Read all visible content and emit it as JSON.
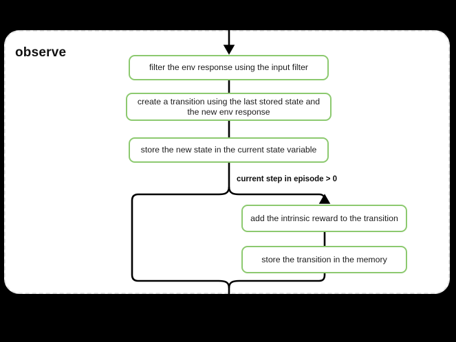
{
  "diagram": {
    "type": "flowchart",
    "group": {
      "title": "observe",
      "border_style": "dashed",
      "border_color": "#e3e3e3",
      "background": "#ffffff"
    },
    "canvas_background": "#000000",
    "node_border_color": "#8cc96f",
    "connector_color": "#000000",
    "nodes": [
      {
        "id": "filter",
        "label": "filter the env response using the input filter"
      },
      {
        "id": "transition",
        "label": "create a transition using the last stored state and the new env response"
      },
      {
        "id": "store_state",
        "label": "store the new state in the current state variable"
      },
      {
        "id": "intrinsic",
        "label": "add the intrinsic reward to the transition"
      },
      {
        "id": "store_trans",
        "label": "store the transition in the memory"
      }
    ],
    "edges": [
      {
        "from": "entry",
        "to": "filter",
        "label": ""
      },
      {
        "from": "filter",
        "to": "transition",
        "label": ""
      },
      {
        "from": "transition",
        "to": "store_state",
        "label": ""
      },
      {
        "from": "store_state",
        "to": "branch",
        "label": ""
      },
      {
        "from": "branch",
        "to": "intrinsic",
        "label": "current step in episode > 0"
      },
      {
        "from": "branch",
        "to": "merge",
        "label": ""
      },
      {
        "from": "intrinsic",
        "to": "store_trans",
        "label": ""
      },
      {
        "from": "store_trans",
        "to": "merge",
        "label": ""
      },
      {
        "from": "merge",
        "to": "exit",
        "label": ""
      }
    ],
    "labels": {
      "condition": "current step in episode > 0"
    }
  }
}
